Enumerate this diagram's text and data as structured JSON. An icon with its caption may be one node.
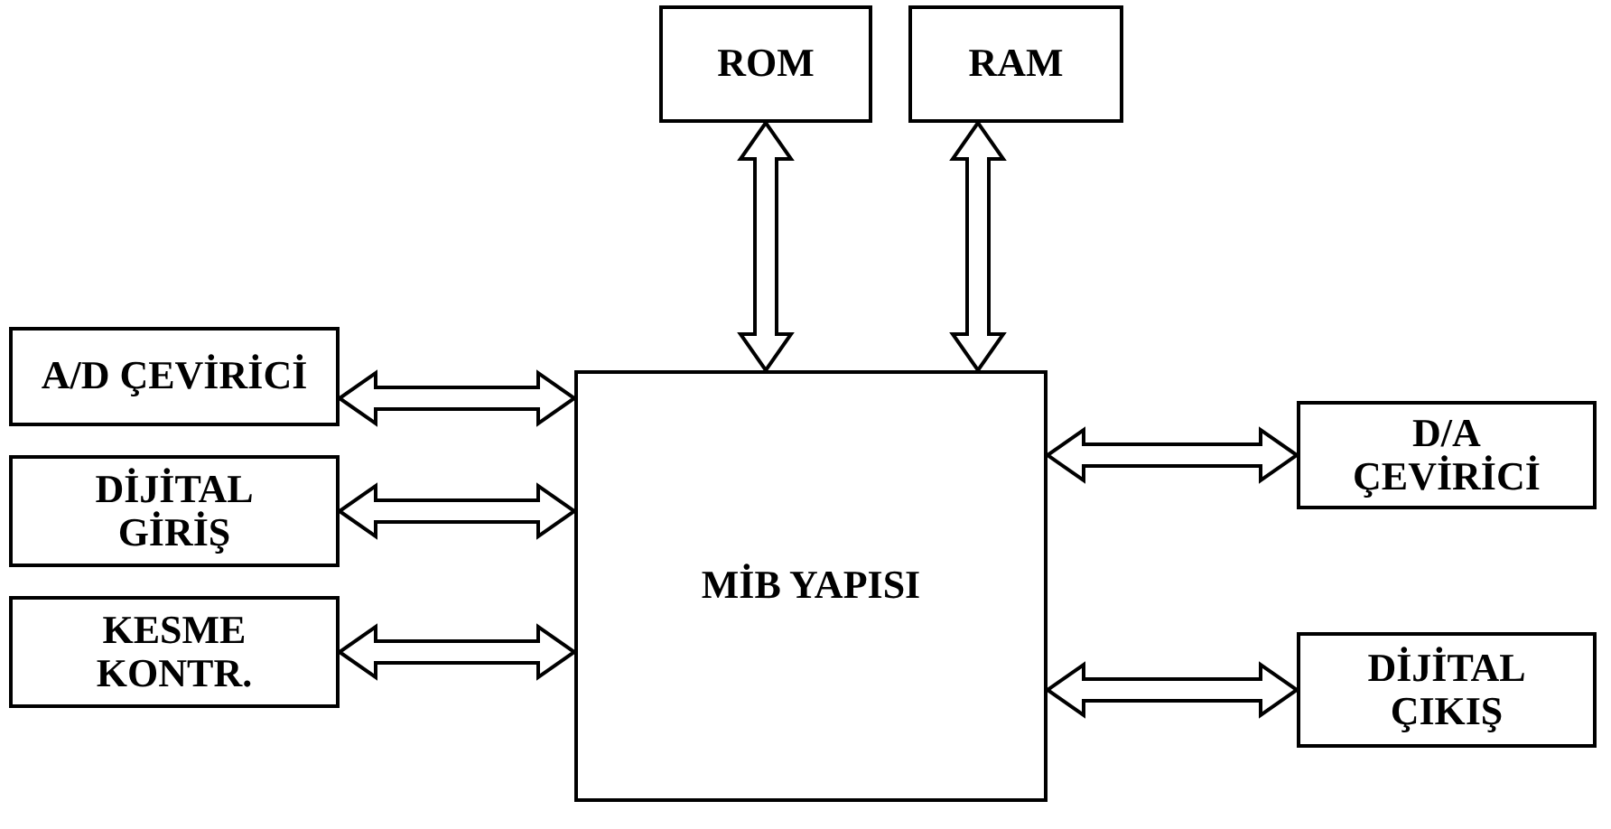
{
  "diagram": {
    "nodes": [
      {
        "text": [
          "ROM"
        ]
      },
      {
        "text": [
          "RAM"
        ]
      },
      {
        "text": [
          "A/D ÇEVİRİCİ"
        ]
      },
      {
        "text": [
          "MİB YAPISI"
        ]
      },
      {
        "text": [
          "D/A ÇEVİRİCİ"
        ]
      },
      {
        "text": [
          "DİJİTAL GİRİŞ"
        ]
      },
      {
        "text": [
          "KESME KONTR."
        ]
      },
      {
        "text": [
          "DİJİTAL ÇIKIŞ"
        ]
      }
    ],
    "edges": [
      {
        "from": 0,
        "to": 3,
        "arrow": "both"
      },
      {
        "from": 1,
        "to": 3,
        "arrow": "both"
      },
      {
        "from": 2,
        "to": 3,
        "arrow": "both"
      },
      {
        "from": 5,
        "to": 3,
        "arrow": "both"
      },
      {
        "from": 6,
        "to": 3,
        "arrow": "both"
      },
      {
        "from": 4,
        "to": 3,
        "arrow": "both"
      },
      {
        "from": 7,
        "to": 3,
        "arrow": "both"
      }
    ]
  }
}
